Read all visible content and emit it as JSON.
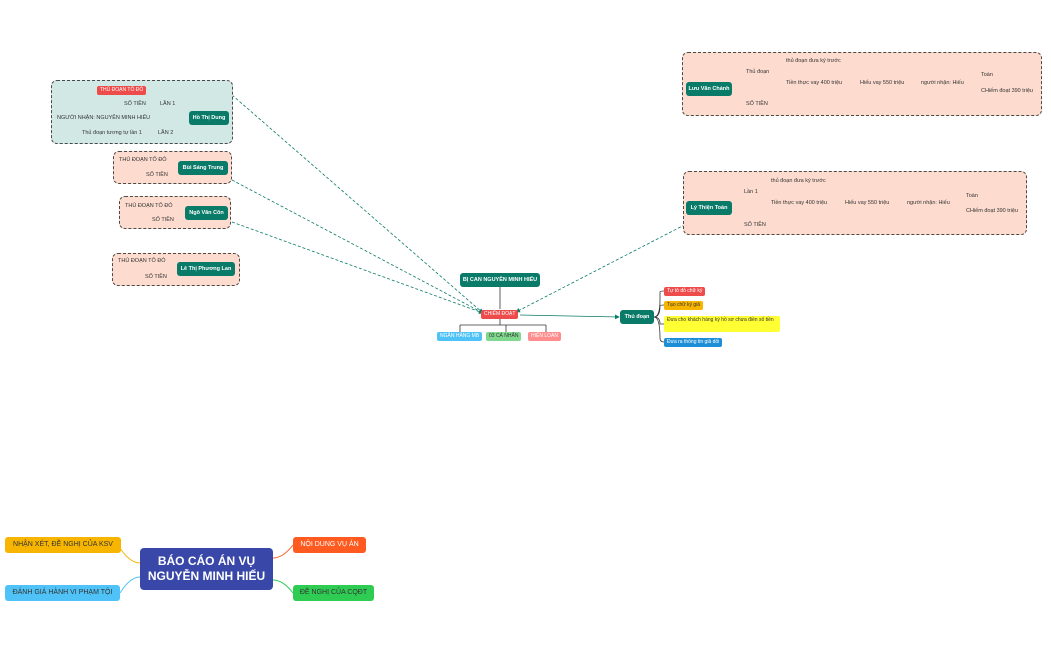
{
  "colors": {
    "teal": "#0a7a69",
    "red": "#ee4b4b",
    "root": "#3948a8",
    "orange": "#ff5a1f",
    "yellow": "#f8b500",
    "lightblue": "#4fc3f7",
    "green": "#2ecc52",
    "pink": "#ff8d8d"
  },
  "center": {
    "defendant": "BỊ CAN NGUYỄN MINH HIẾU",
    "crime": "CHIẾM ĐOẠT",
    "targets": [
      "NGÂN HÀNG MB",
      "03 CÁ NHÂN",
      "HIỆN LOAN"
    ]
  },
  "method": {
    "title": "Thủ đoạn",
    "items": [
      "Tự tô đỏ chữ ký",
      "Tạo chữ ký giả",
      "Đưa cho khách hàng ký hồ sơ chưa điền số tiền",
      "Đưa ra thông tin giả dối"
    ]
  },
  "hodung": {
    "name": "Hồ Thị Dung",
    "lan1": "LẦN 1",
    "lan2": "LẦN 2",
    "thudoan": "THỦ ĐOẠN TÔ ĐỎ",
    "sotien": "SỐ TIỀN",
    "nguoinhan": "NGƯỜI NHẬN: NGUYỄN MINH HIẾU",
    "lan2_detail": "Thủ đoạn tương tự lần 1"
  },
  "buisang": {
    "name": "Bùi Sáng Trung",
    "thudoan": "THỦ ĐOẠN TÔ ĐỎ",
    "sotien": "SỐ TIỀN"
  },
  "ngovancon": {
    "name": "Ngô Văn Côn",
    "thudoan": "THỦ ĐOẠN TÔ ĐỎ",
    "sotien": "SỐ TIỀN"
  },
  "lethi": {
    "name": "Lê Thị Phương Lan",
    "thudoan": "THỦ ĐOẠN TÔ ĐỎ",
    "sotien": "SỐ TIỀN"
  },
  "luuvan": {
    "name": "Lưu Văn Chánh",
    "thudoan": "Thủ đoạn",
    "sotien": "SỐ TIỀN",
    "dua": "thủ đoạn đưa ký trước",
    "vay": "Tiền thực vay 400 triệu",
    "hieu": "Hiếu vay 550 triệu",
    "nhan": "người nhận: Hiếu",
    "toan": "Toàn",
    "chiem": "CHiếm đoạt 390 triệu"
  },
  "lythien": {
    "name": "Lý Thiện Toàn",
    "lan1": "Lần 1",
    "sotien": "SỐ TIỀN",
    "dua": "thủ đoạn đưa ký trước",
    "vay": "Tiền thực vay 400 triệu",
    "hieu": "Hiếu vay 550 triệu",
    "nhan": "người nhận: Hiếu",
    "toan": "Toàn",
    "chiem": "CHiếm đoạt 390 triệu"
  },
  "bottom": {
    "root_line1": "BÁO CÁO ÁN VỤ",
    "root_line2": "NGUYỄN MINH HIẾU",
    "nhanxet": "NHẬN XÉT, ĐỀ NGHỊ CỦA KSV",
    "danhgia": "ĐÁNH GIÁ HÀNH VI PHẠM TỘI",
    "noidung": "NỘI DUNG VỤ ÁN",
    "denghi": "ĐỀ NGHỊ CỦA CQĐT"
  }
}
